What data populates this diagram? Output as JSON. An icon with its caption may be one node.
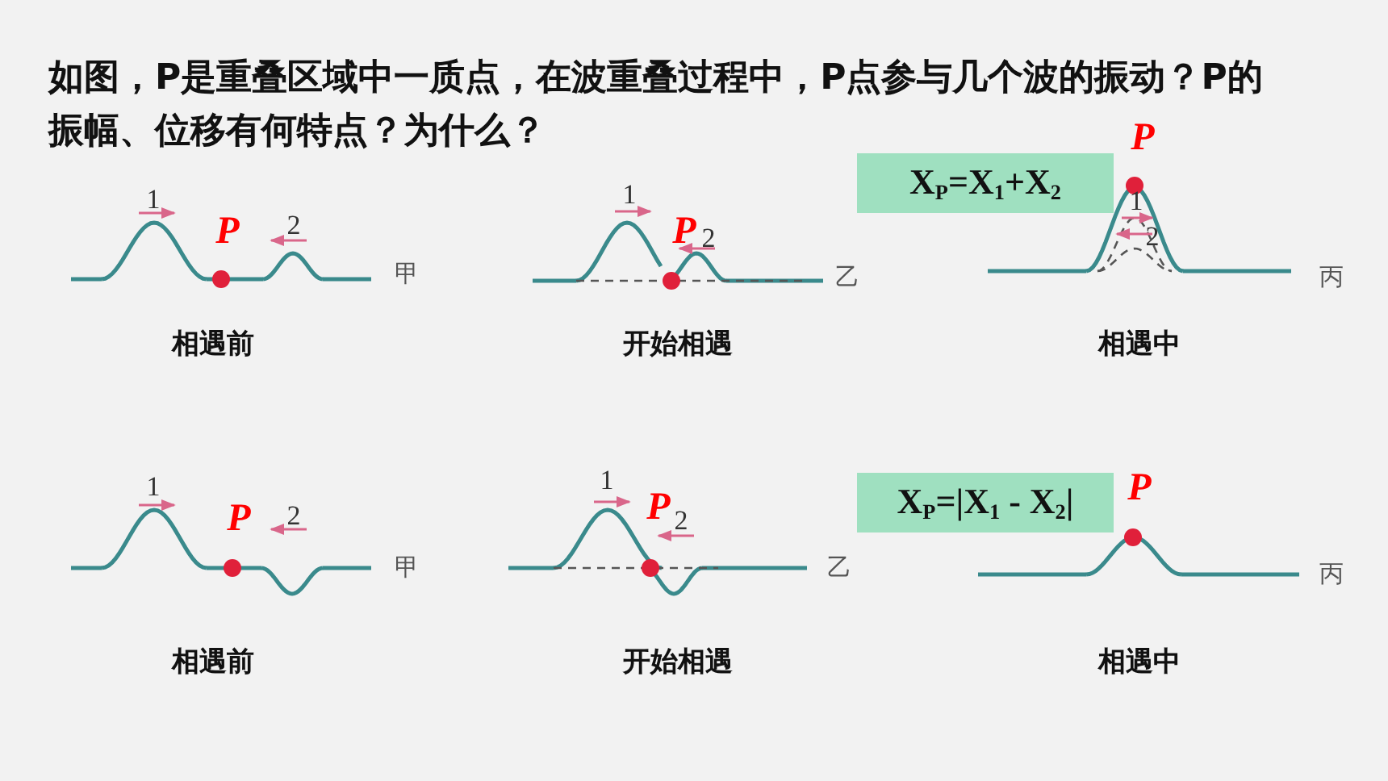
{
  "diagram": {
    "title": "如图，P是重叠区域中一质点，在波重叠过程中，P点参与几个波的振动？P的振幅、位移有何特点？为什么？",
    "nodes": [
      {
        "text": [
          "X$_{P}$=X$_{1}$+X$_{2}$"
        ]
      },
      {
        "text": [
          "X$_{P}$=|X$_{1}$ - X$_{2}$|"
        ]
      }
    ],
    "labels": [
      "1",
      "P",
      "2",
      "甲",
      "1",
      "P",
      "2",
      "乙",
      "P",
      "1",
      "2",
      "丙",
      "相遇前",
      "开始相遇",
      "相遇中",
      "1",
      "P",
      "2",
      "甲",
      "1",
      "P",
      "2",
      "乙",
      "P",
      "丙",
      "相遇前",
      "开始相遇",
      "相遇中"
    ]
  }
}
